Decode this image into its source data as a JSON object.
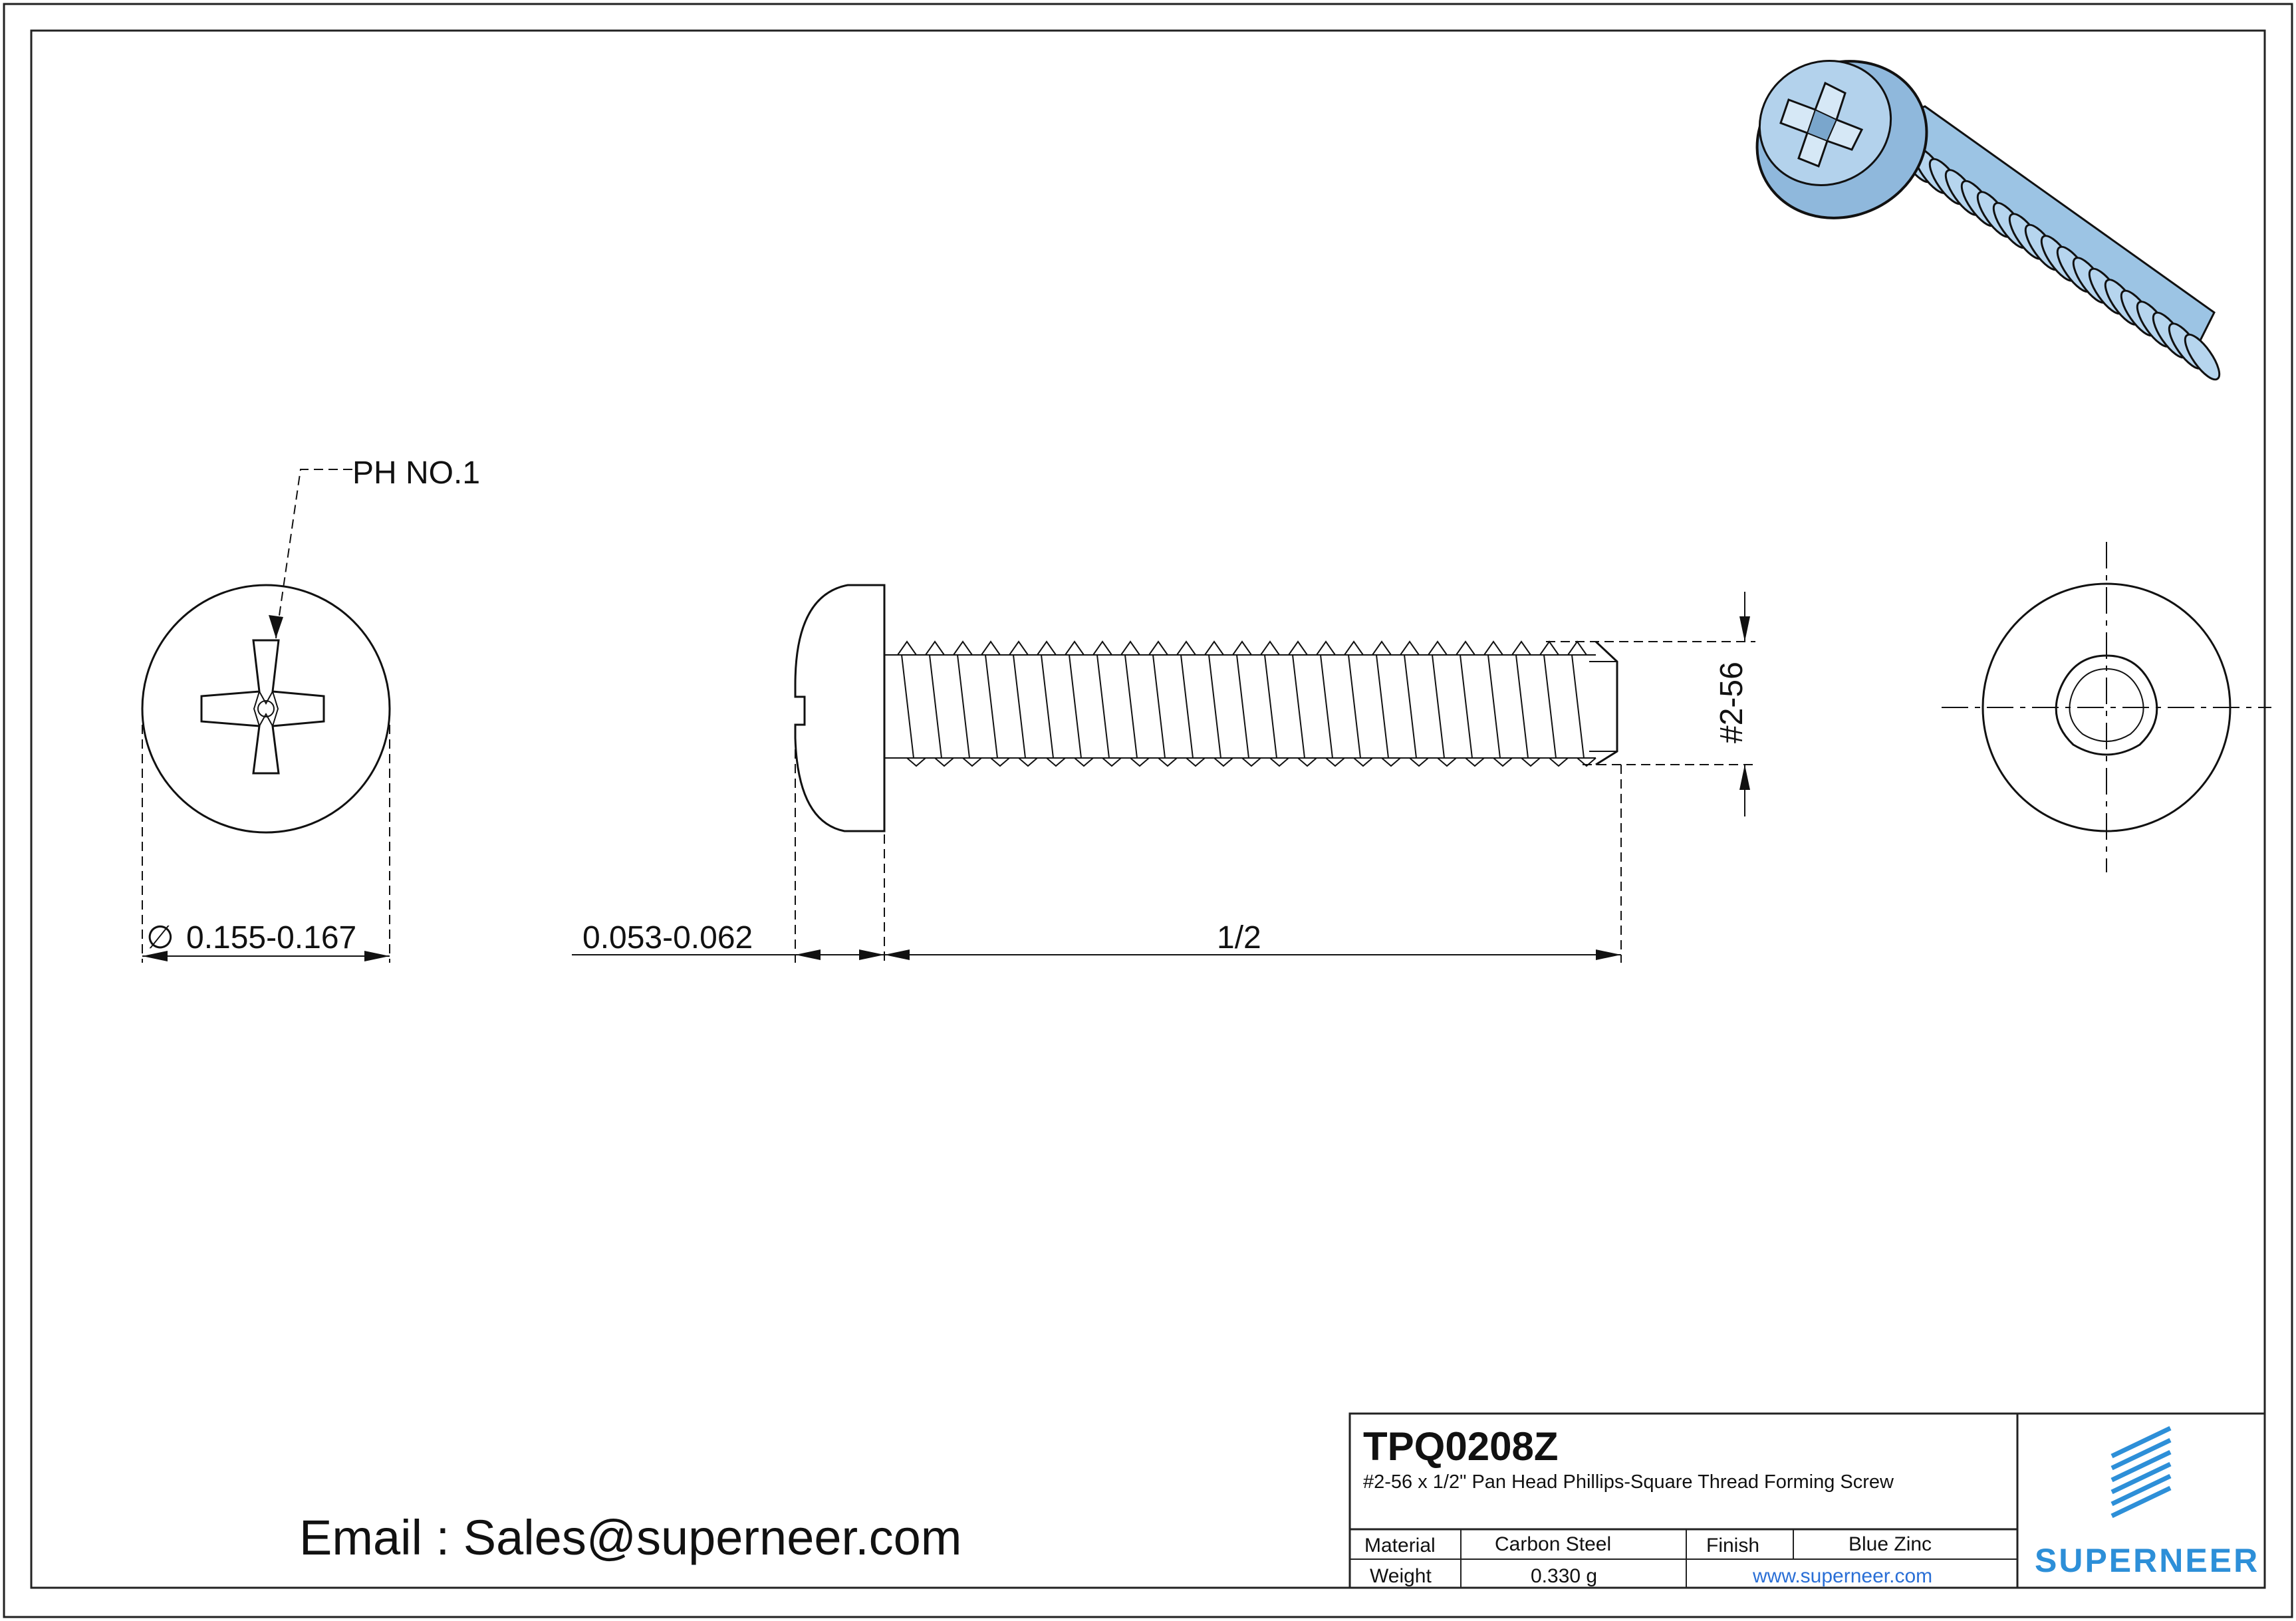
{
  "callout": {
    "drive": "PH NO.1"
  },
  "dimensions": {
    "head_diameter": "0.155-0.167",
    "diameter_symbol": "∅",
    "head_height": "0.053-0.062",
    "length": "1/2",
    "thread": "#2-56"
  },
  "email": {
    "text": "Email : Sales@superneer.com"
  },
  "title_block": {
    "part_number": "TPQ0208Z",
    "description": "#2-56 x 1/2\" Pan Head Phillips-Square Thread Forming Screw",
    "material_label": "Material",
    "material_value": "Carbon Steel",
    "finish_label": "Finish",
    "finish_value": "Blue Zinc",
    "weight_label": "Weight",
    "weight_value": "0.330 g",
    "website": "www.superneer.com"
  },
  "brand": {
    "name": "SUPERNEER",
    "color": "#2d8fd8"
  },
  "render": {
    "screw_finish_color": "#9cc4e4"
  }
}
